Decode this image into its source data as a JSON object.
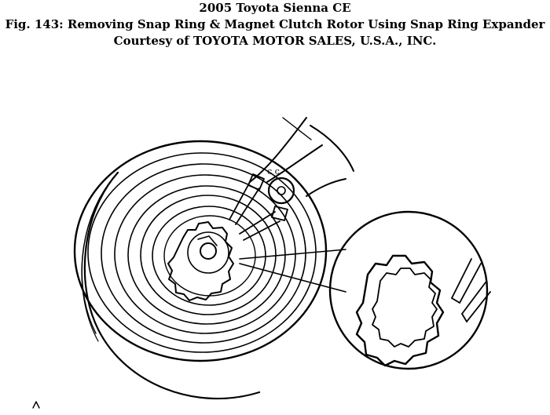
{
  "caption": {
    "line1": "2005 Toyota Sienna CE",
    "line2": "Fig. 143: Removing Snap Ring & Magnet Clutch Rotor Using Snap Ring Expander",
    "line3": "Courtesy of TOYOTA MOTOR SALES, U.S.A., INC."
  },
  "diagram": {
    "subject": "magnet clutch rotor with snap ring expander pliers",
    "detail_view": "enlarged snap ring with plier tips"
  }
}
